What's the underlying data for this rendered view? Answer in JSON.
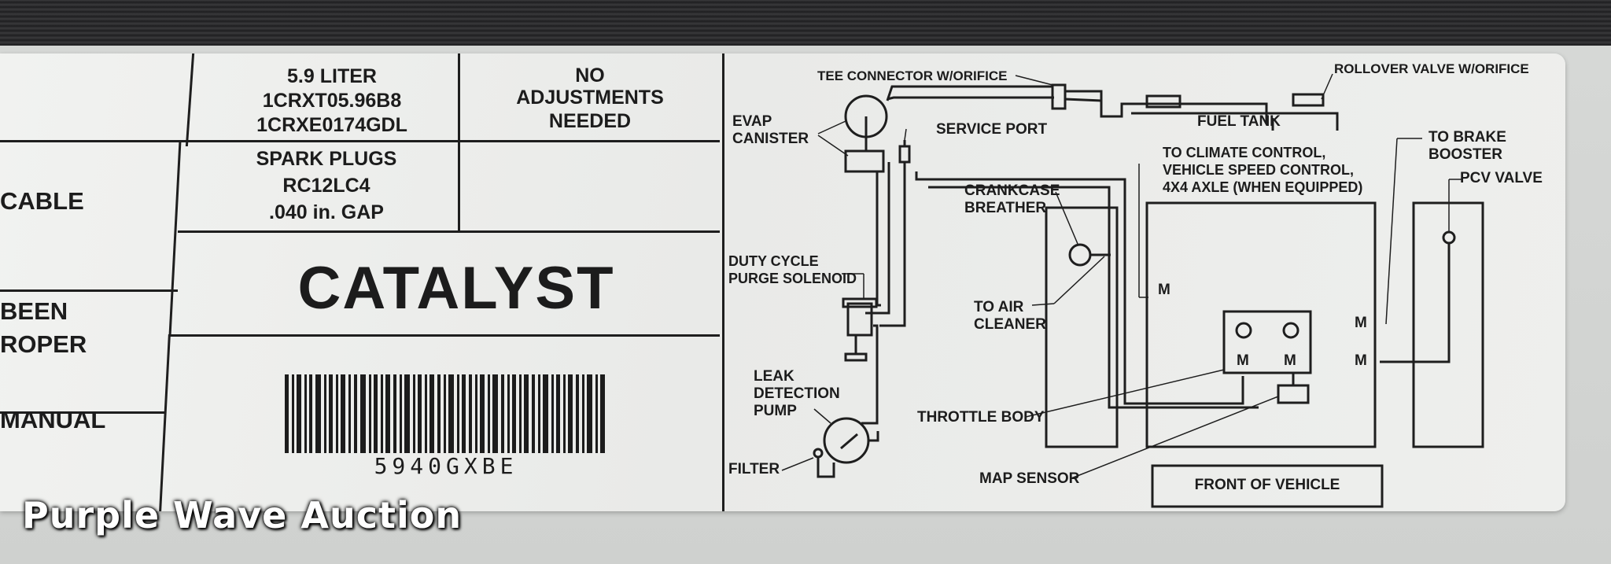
{
  "left_table": {
    "engine": [
      "5.9 LITER",
      "1CRXT05.96B8",
      "1CRXE0174GDL"
    ],
    "adjustments": [
      "NO",
      "ADJUSTMENTS",
      "NEEDED"
    ],
    "spark": [
      "SPARK PLUGS",
      "RC12LC4",
      ".040 in. GAP"
    ],
    "catalyst": "CATALYST",
    "barcode_text": "5940GXBE",
    "edge_cable": "CABLE",
    "edge_been": "BEEN",
    "edge_roper": "ROPER",
    "edge_manual": "MANUAL"
  },
  "diagram": {
    "tee_connector": "TEE CONNECTOR W/ORIFICE",
    "rollover_valve": "ROLLOVER VALVE W/ORIFICE",
    "evap_canister": [
      "EVAP",
      "CANISTER"
    ],
    "service_port": "SERVICE PORT",
    "fuel_tank": "FUEL TANK",
    "climate": [
      "TO CLIMATE CONTROL,",
      "VEHICLE SPEED CONTROL,",
      "4X4 AXLE (WHEN EQUIPPED)"
    ],
    "brake_booster": [
      "TO BRAKE",
      "BOOSTER"
    ],
    "pcv_valve": "PCV VALVE",
    "crankcase": [
      "CRANKCASE",
      "BREATHER"
    ],
    "duty_cycle": [
      "DUTY CYCLE",
      "PURGE SOLENOID"
    ],
    "to_air": [
      "TO AIR",
      "CLEANER"
    ],
    "leak_detection": [
      "LEAK",
      "DETECTION",
      "PUMP"
    ],
    "throttle_body": "THROTTLE BODY",
    "filter": "FILTER",
    "map_sensor": "MAP SENSOR",
    "front_of_vehicle": "FRONT OF VEHICLE",
    "m_marker": "M"
  },
  "watermark": "Purple Wave Auction"
}
